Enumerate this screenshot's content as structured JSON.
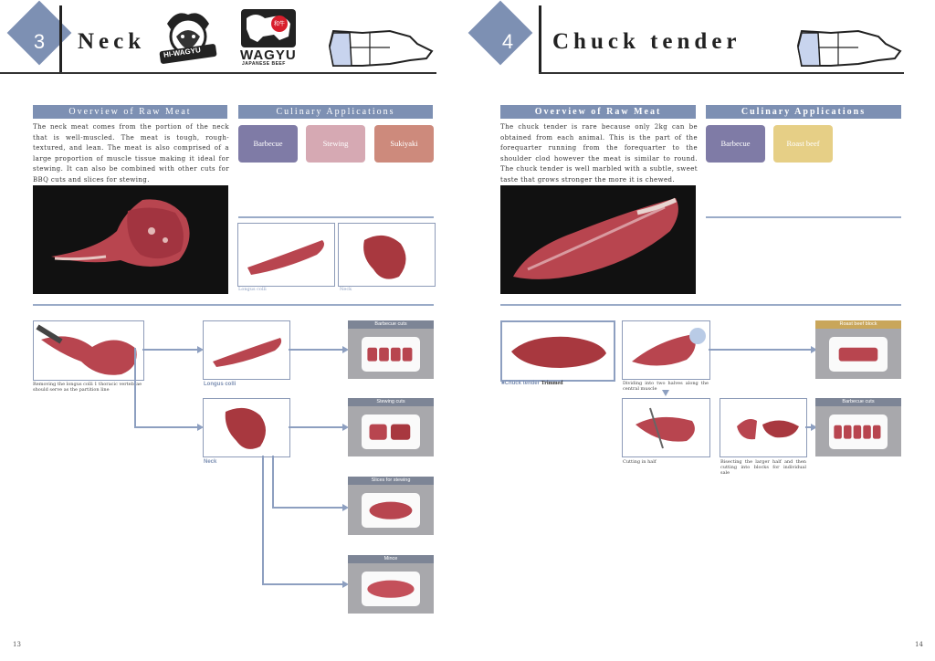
{
  "left": {
    "number": "3",
    "title": "Neck",
    "logos": {
      "hiwagyu": "HI-WAGYU",
      "wagyu_word": "WAGYU",
      "wagyu_sub": "JAPANESE BEEF",
      "wagyu_kanji": "和牛"
    },
    "overview_label": "Overview of Raw Meat",
    "culinary_label": "Culinary Applications",
    "description": "The neck meat comes from the portion of the neck that is well-muscled. The meat is tough, rough-textured, and lean. The meat is also comprised of a large proportion of muscle tissue making it ideal for stewing. It can also be combined with other cuts for BBQ cuts and slices for stewing.",
    "tags": [
      {
        "label": "Barbecue",
        "color": "#7f7ba6"
      },
      {
        "label": "Stewing",
        "color": "#d6a9b3"
      },
      {
        "label": "Sukiyaki",
        "color": "#cd8a7c"
      }
    ],
    "thumb_captions": [
      "Longus colli",
      "Neck"
    ],
    "flow": {
      "start_caption": "Removing the longus colli 1 thoracic vertebrae should serve as the partition line",
      "step_longus": "Longus colli",
      "step_neck": "Neck",
      "products": [
        "Barbecue cuts",
        "Stewing cuts",
        "Slices for stewing",
        "Mince"
      ]
    },
    "page_number": "13"
  },
  "right": {
    "number": "4",
    "title": "Chuck tender",
    "overview_label": "Overview of Raw Meat",
    "culinary_label": "Culinary Applications",
    "description": "The chuck tender is rare because only 2kg can be obtained from each animal. This is the part of the forequarter running from the forequarter to the shoulder clod however the meat is similar to round. The chuck tender is well marbled with a subtle, sweet taste that grows stronger the more it is chewed.",
    "tags": [
      {
        "label": "Barbecue",
        "color": "#7f7ba6"
      },
      {
        "label": "Roast beef",
        "color": "#e6cf86"
      }
    ],
    "flow": {
      "start_label": "Chuck tender",
      "start_state": "Trimmed",
      "split_caption": "Dividing into two halves along the central muscle",
      "half_caption": "Cutting in half",
      "bisect_caption": "Bisecting the larger half and then cutting into blocks for individual sale",
      "products": [
        "Roast beef block",
        "Barbecue cuts"
      ]
    },
    "page_number": "14"
  },
  "colors": {
    "accent": "#7d90b3",
    "connector": "#8d9fc0",
    "meat": "#b8454f"
  }
}
